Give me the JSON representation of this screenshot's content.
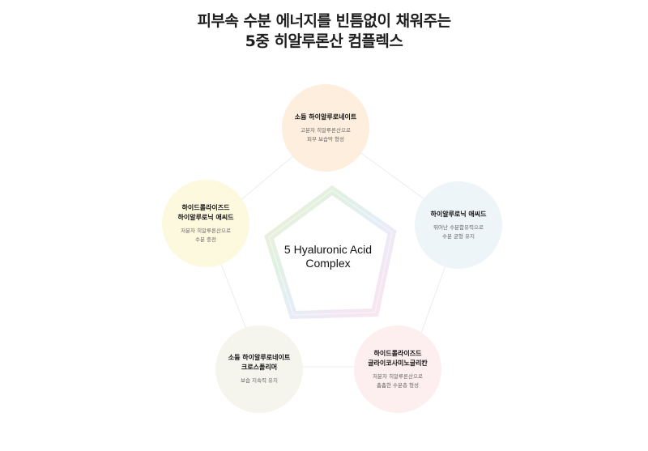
{
  "headline": {
    "line1": "피부속 수분 에너지를 빈틈없이 채워주는",
    "line2": "5중 히알루론산 컴플렉스"
  },
  "center": {
    "line1": "5 Hyaluronic Acid",
    "line2": "Complex"
  },
  "ingredients": [
    {
      "name_lines": [
        "소듐 하이알루로네이트"
      ],
      "desc_lines": [
        "고분자 히알루론산으로",
        "피부 보습막 형성"
      ],
      "color": "#fdeede"
    },
    {
      "name_lines": [
        "하이알루로닉 애씨드"
      ],
      "desc_lines": [
        "뛰어난 수분함유력으로",
        "수분 균형 유지"
      ],
      "color": "#edf5f8"
    },
    {
      "name_lines": [
        "하이드롤라이즈드",
        "글라이코사미노글리칸"
      ],
      "desc_lines": [
        "저분자 히알루론산으로",
        "촘촘한 수분층 형성"
      ],
      "color": "#fdeef0"
    },
    {
      "name_lines": [
        "소듐 하이알루로네이트",
        "크로스폴리머"
      ],
      "desc_lines": [
        "보습 지속력 유지"
      ],
      "color": "#f5f5ee"
    },
    {
      "name_lines": [
        "하이드롤라이즈드",
        "하이알루로닉 애씨드"
      ],
      "desc_lines": [
        "저분자 히알루론산으로",
        "수분 충전"
      ],
      "color": "#fdf9df"
    }
  ]
}
